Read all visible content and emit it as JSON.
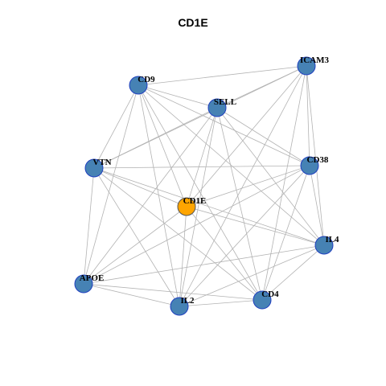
{
  "title": "CD1E",
  "colors": {
    "node_default": "#4682B4",
    "node_border": "#1f3fbf",
    "node_focus": "#FFA500",
    "node_focus_border": "#555555",
    "edge": "#b3b3b3"
  },
  "nodes": [
    {
      "id": "CD1E",
      "label": "CD1E",
      "focus": true
    },
    {
      "id": "ICAM3",
      "label": "ICAM3"
    },
    {
      "id": "CD9",
      "label": "CD9"
    },
    {
      "id": "SELL",
      "label": "SELL"
    },
    {
      "id": "CD38",
      "label": "CD38"
    },
    {
      "id": "VTN",
      "label": "VTN"
    },
    {
      "id": "IL4",
      "label": "IL4"
    },
    {
      "id": "APOE",
      "label": "APOE"
    },
    {
      "id": "IL2",
      "label": "IL2"
    },
    {
      "id": "CD4",
      "label": "CD4"
    }
  ],
  "edges": [
    [
      "CD9",
      "ICAM3"
    ],
    [
      "CD9",
      "SELL"
    ],
    [
      "CD9",
      "CD38"
    ],
    [
      "CD9",
      "VTN"
    ],
    [
      "CD9",
      "CD1E"
    ],
    [
      "CD9",
      "APOE"
    ],
    [
      "CD9",
      "IL2"
    ],
    [
      "CD9",
      "CD4"
    ],
    [
      "CD9",
      "IL4"
    ],
    [
      "ICAM3",
      "SELL"
    ],
    [
      "ICAM3",
      "VTN"
    ],
    [
      "ICAM3",
      "CD38"
    ],
    [
      "ICAM3",
      "IL4"
    ],
    [
      "ICAM3",
      "CD4"
    ],
    [
      "ICAM3",
      "IL2"
    ],
    [
      "ICAM3",
      "CD1E"
    ],
    [
      "SELL",
      "VTN"
    ],
    [
      "SELL",
      "CD38"
    ],
    [
      "SELL",
      "CD1E"
    ],
    [
      "SELL",
      "IL2"
    ],
    [
      "SELL",
      "CD4"
    ],
    [
      "SELL",
      "IL4"
    ],
    [
      "SELL",
      "APOE"
    ],
    [
      "VTN",
      "CD38"
    ],
    [
      "VTN",
      "CD1E"
    ],
    [
      "VTN",
      "IL2"
    ],
    [
      "VTN",
      "CD4"
    ],
    [
      "VTN",
      "APOE"
    ],
    [
      "VTN",
      "IL4"
    ],
    [
      "CD38",
      "CD1E"
    ],
    [
      "CD38",
      "IL4"
    ],
    [
      "CD38",
      "APOE"
    ],
    [
      "CD38",
      "IL2"
    ],
    [
      "CD38",
      "CD4"
    ],
    [
      "CD1E",
      "IL4"
    ],
    [
      "CD1E",
      "CD4"
    ],
    [
      "CD1E",
      "IL2"
    ],
    [
      "CD1E",
      "APOE"
    ],
    [
      "IL4",
      "APOE"
    ],
    [
      "IL4",
      "IL2"
    ],
    [
      "IL4",
      "CD4"
    ],
    [
      "APOE",
      "IL2"
    ],
    [
      "APOE",
      "CD4"
    ],
    [
      "IL2",
      "CD4"
    ]
  ]
}
